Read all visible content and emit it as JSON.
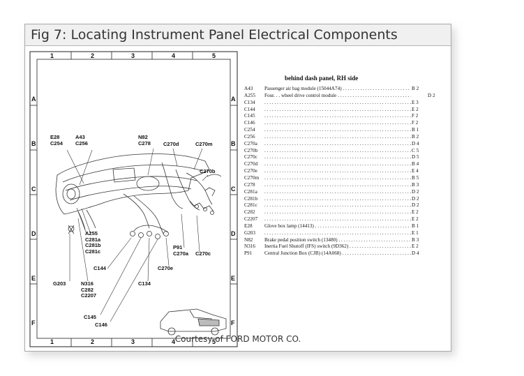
{
  "figure": {
    "title": "Fig 7: Locating Instrument Panel Electrical Components",
    "caption": "Courtesy of FORD MOTOR CO."
  },
  "grid": {
    "columns": [
      "1",
      "2",
      "3",
      "4",
      "5"
    ],
    "rows": [
      "A",
      "B",
      "C",
      "D",
      "E",
      "F"
    ]
  },
  "callouts": [
    {
      "lines": [
        "E28",
        "C254"
      ]
    },
    {
      "lines": [
        "A43",
        "C256"
      ]
    },
    {
      "lines": [
        "N82",
        "C278"
      ]
    },
    {
      "lines": [
        "C270d"
      ]
    },
    {
      "lines": [
        "C270m"
      ]
    },
    {
      "lines": [
        "C270b"
      ]
    },
    {
      "lines": [
        "A255",
        "C281a",
        "C281b",
        "C281c"
      ]
    },
    {
      "lines": [
        "P91",
        "C270a"
      ]
    },
    {
      "lines": [
        "C270c"
      ]
    },
    {
      "lines": [
        "C144"
      ]
    },
    {
      "lines": [
        "C270e"
      ]
    },
    {
      "lines": [
        "G203"
      ]
    },
    {
      "lines": [
        "N316",
        "C282",
        "C2207"
      ]
    },
    {
      "lines": [
        "C134"
      ]
    },
    {
      "lines": [
        "C145"
      ]
    },
    {
      "lines": [
        "C146"
      ]
    }
  ],
  "legend": {
    "heading": "behind dash panel, RH side",
    "rows": [
      {
        "code": "A43",
        "desc": "Passenger air bag module (15044A74)",
        "loc": "B 2"
      },
      {
        "code": "A255",
        "desc": "Four. . . wheel drive control module",
        "loc": "D 2"
      },
      {
        "code": "C134",
        "desc": "",
        "loc": "E 3"
      },
      {
        "code": "C144",
        "desc": "",
        "loc": "E 2"
      },
      {
        "code": "C145",
        "desc": "",
        "loc": "F 2"
      },
      {
        "code": "C146",
        "desc": "",
        "loc": "F 2"
      },
      {
        "code": "C254",
        "desc": "",
        "loc": "B 1"
      },
      {
        "code": "C256",
        "desc": "",
        "loc": "B 2"
      },
      {
        "code": "C270a",
        "desc": "",
        "loc": "D 4"
      },
      {
        "code": "C270b",
        "desc": "",
        "loc": "C 5"
      },
      {
        "code": "C270c",
        "desc": "",
        "loc": "D 5"
      },
      {
        "code": "C270d",
        "desc": "",
        "loc": "B 4"
      },
      {
        "code": "C270e",
        "desc": "",
        "loc": "E 4"
      },
      {
        "code": "C270m",
        "desc": "",
        "loc": "B 5"
      },
      {
        "code": "C278",
        "desc": "",
        "loc": "B 3"
      },
      {
        "code": "C281a",
        "desc": "",
        "loc": "D 2"
      },
      {
        "code": "C281b",
        "desc": "",
        "loc": "D 2"
      },
      {
        "code": "C281c",
        "desc": "",
        "loc": "D 2"
      },
      {
        "code": "C282",
        "desc": "",
        "loc": "E 2"
      },
      {
        "code": "C2207",
        "desc": "",
        "loc": "E 2"
      },
      {
        "code": "E28",
        "desc": "Glove box lamp (14413)",
        "loc": "B 1"
      },
      {
        "code": "G203",
        "desc": "",
        "loc": "E 1"
      },
      {
        "code": "N82",
        "desc": "Brake pedal position switch (13480)",
        "loc": "B 3"
      },
      {
        "code": "N316",
        "desc": "Inertia Fuel Shutoff (IFS) switch (9D362)",
        "loc": "E 2"
      },
      {
        "code": "P91",
        "desc": "Central Junction Box (CJB) (14A068)",
        "loc": "D 4"
      }
    ]
  }
}
